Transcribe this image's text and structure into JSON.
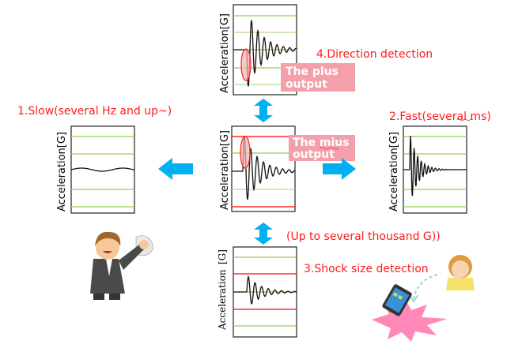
{
  "labels": {
    "slow": "1.Slow(several Hz and up~)",
    "fast": "2.Fast(several ms)",
    "shock": "3.Shock size detection",
    "range": "(Up to several thousand G))",
    "direction": "4.Direction detection",
    "plus_output_line1": "The plus",
    "plus_output_line2": "output",
    "minus_output_line1": "The mius",
    "minus_output_line2": "output"
  },
  "axis_label": "Acceleration[G]",
  "axis_label_bottom": {
    "main": "Acceleration",
    "unit": "[G]"
  },
  "colors": {
    "arrow": "#00b0f0",
    "threshold": "#ff0000",
    "grid": "#92d050",
    "callout": "#f4a0ab",
    "text": "#ff1a1a"
  }
}
